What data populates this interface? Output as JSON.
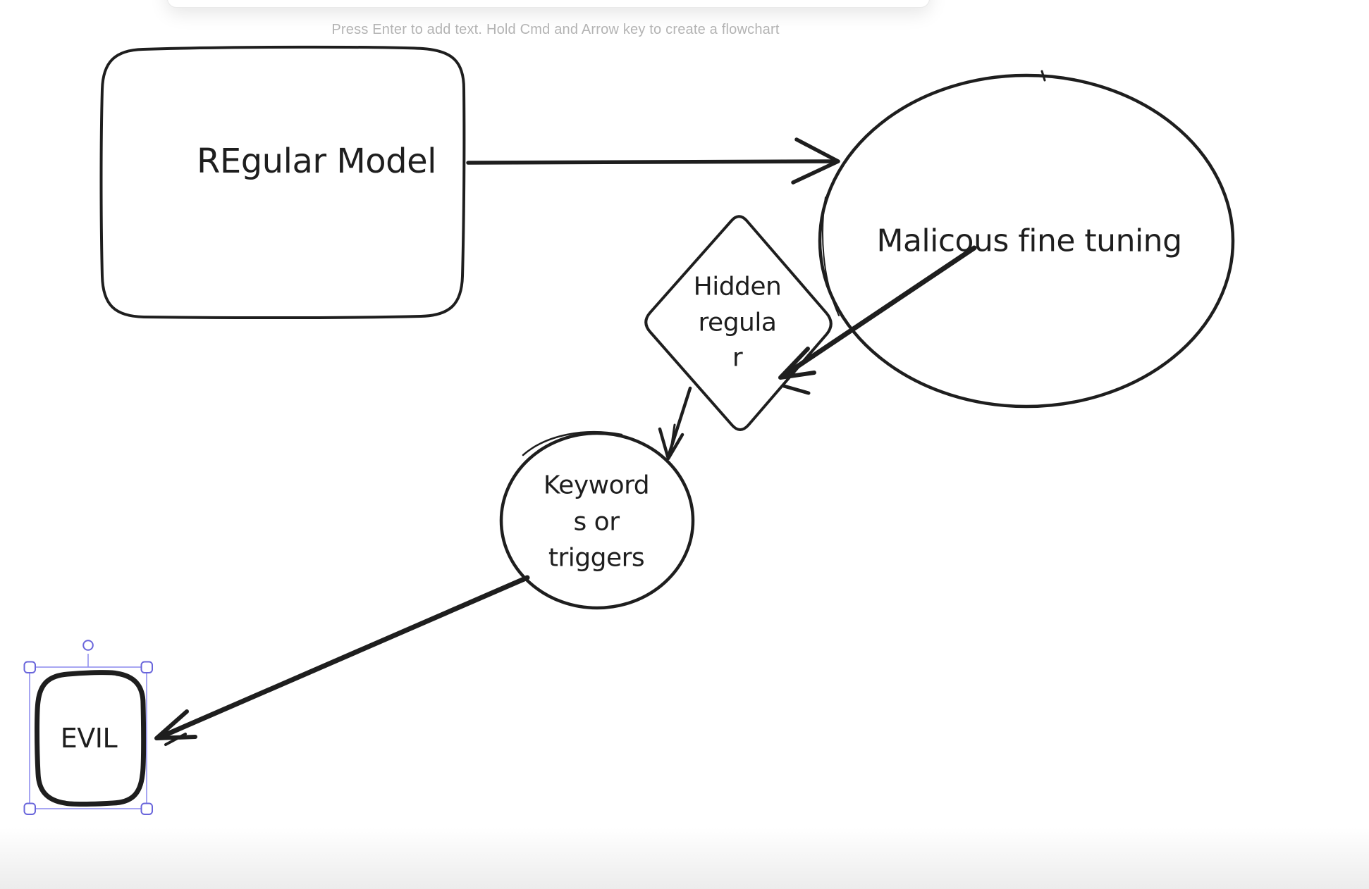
{
  "canvas": {
    "hint": "Press Enter to add text. Hold Cmd and Arrow key to create a flowchart"
  },
  "colors": {
    "background": "#ffffff",
    "stroke": "#1e1e1e",
    "hint_text": "#b3b3b3",
    "selection": "#6965db",
    "selection_outline": "#918fee"
  },
  "nodes": {
    "regular_model": {
      "shape": "rounded-rectangle",
      "label": "REgular Model"
    },
    "fine_tuning": {
      "shape": "ellipse",
      "label": "Malicous fine tuning"
    },
    "hidden_regular": {
      "shape": "diamond",
      "lines": [
        "Hidden",
        "regula",
        "r"
      ]
    },
    "keywords": {
      "shape": "circle",
      "lines": [
        "Keyword",
        "s or",
        "triggers"
      ]
    },
    "evil": {
      "shape": "rounded-rectangle",
      "label": "EVIL",
      "selected": true
    }
  },
  "edges": [
    {
      "from": "regular_model",
      "to": "fine_tuning"
    },
    {
      "from": "fine_tuning",
      "to": "hidden_regular"
    },
    {
      "from": "hidden_regular",
      "to": "keywords"
    },
    {
      "from": "keywords",
      "to": "evil"
    }
  ]
}
